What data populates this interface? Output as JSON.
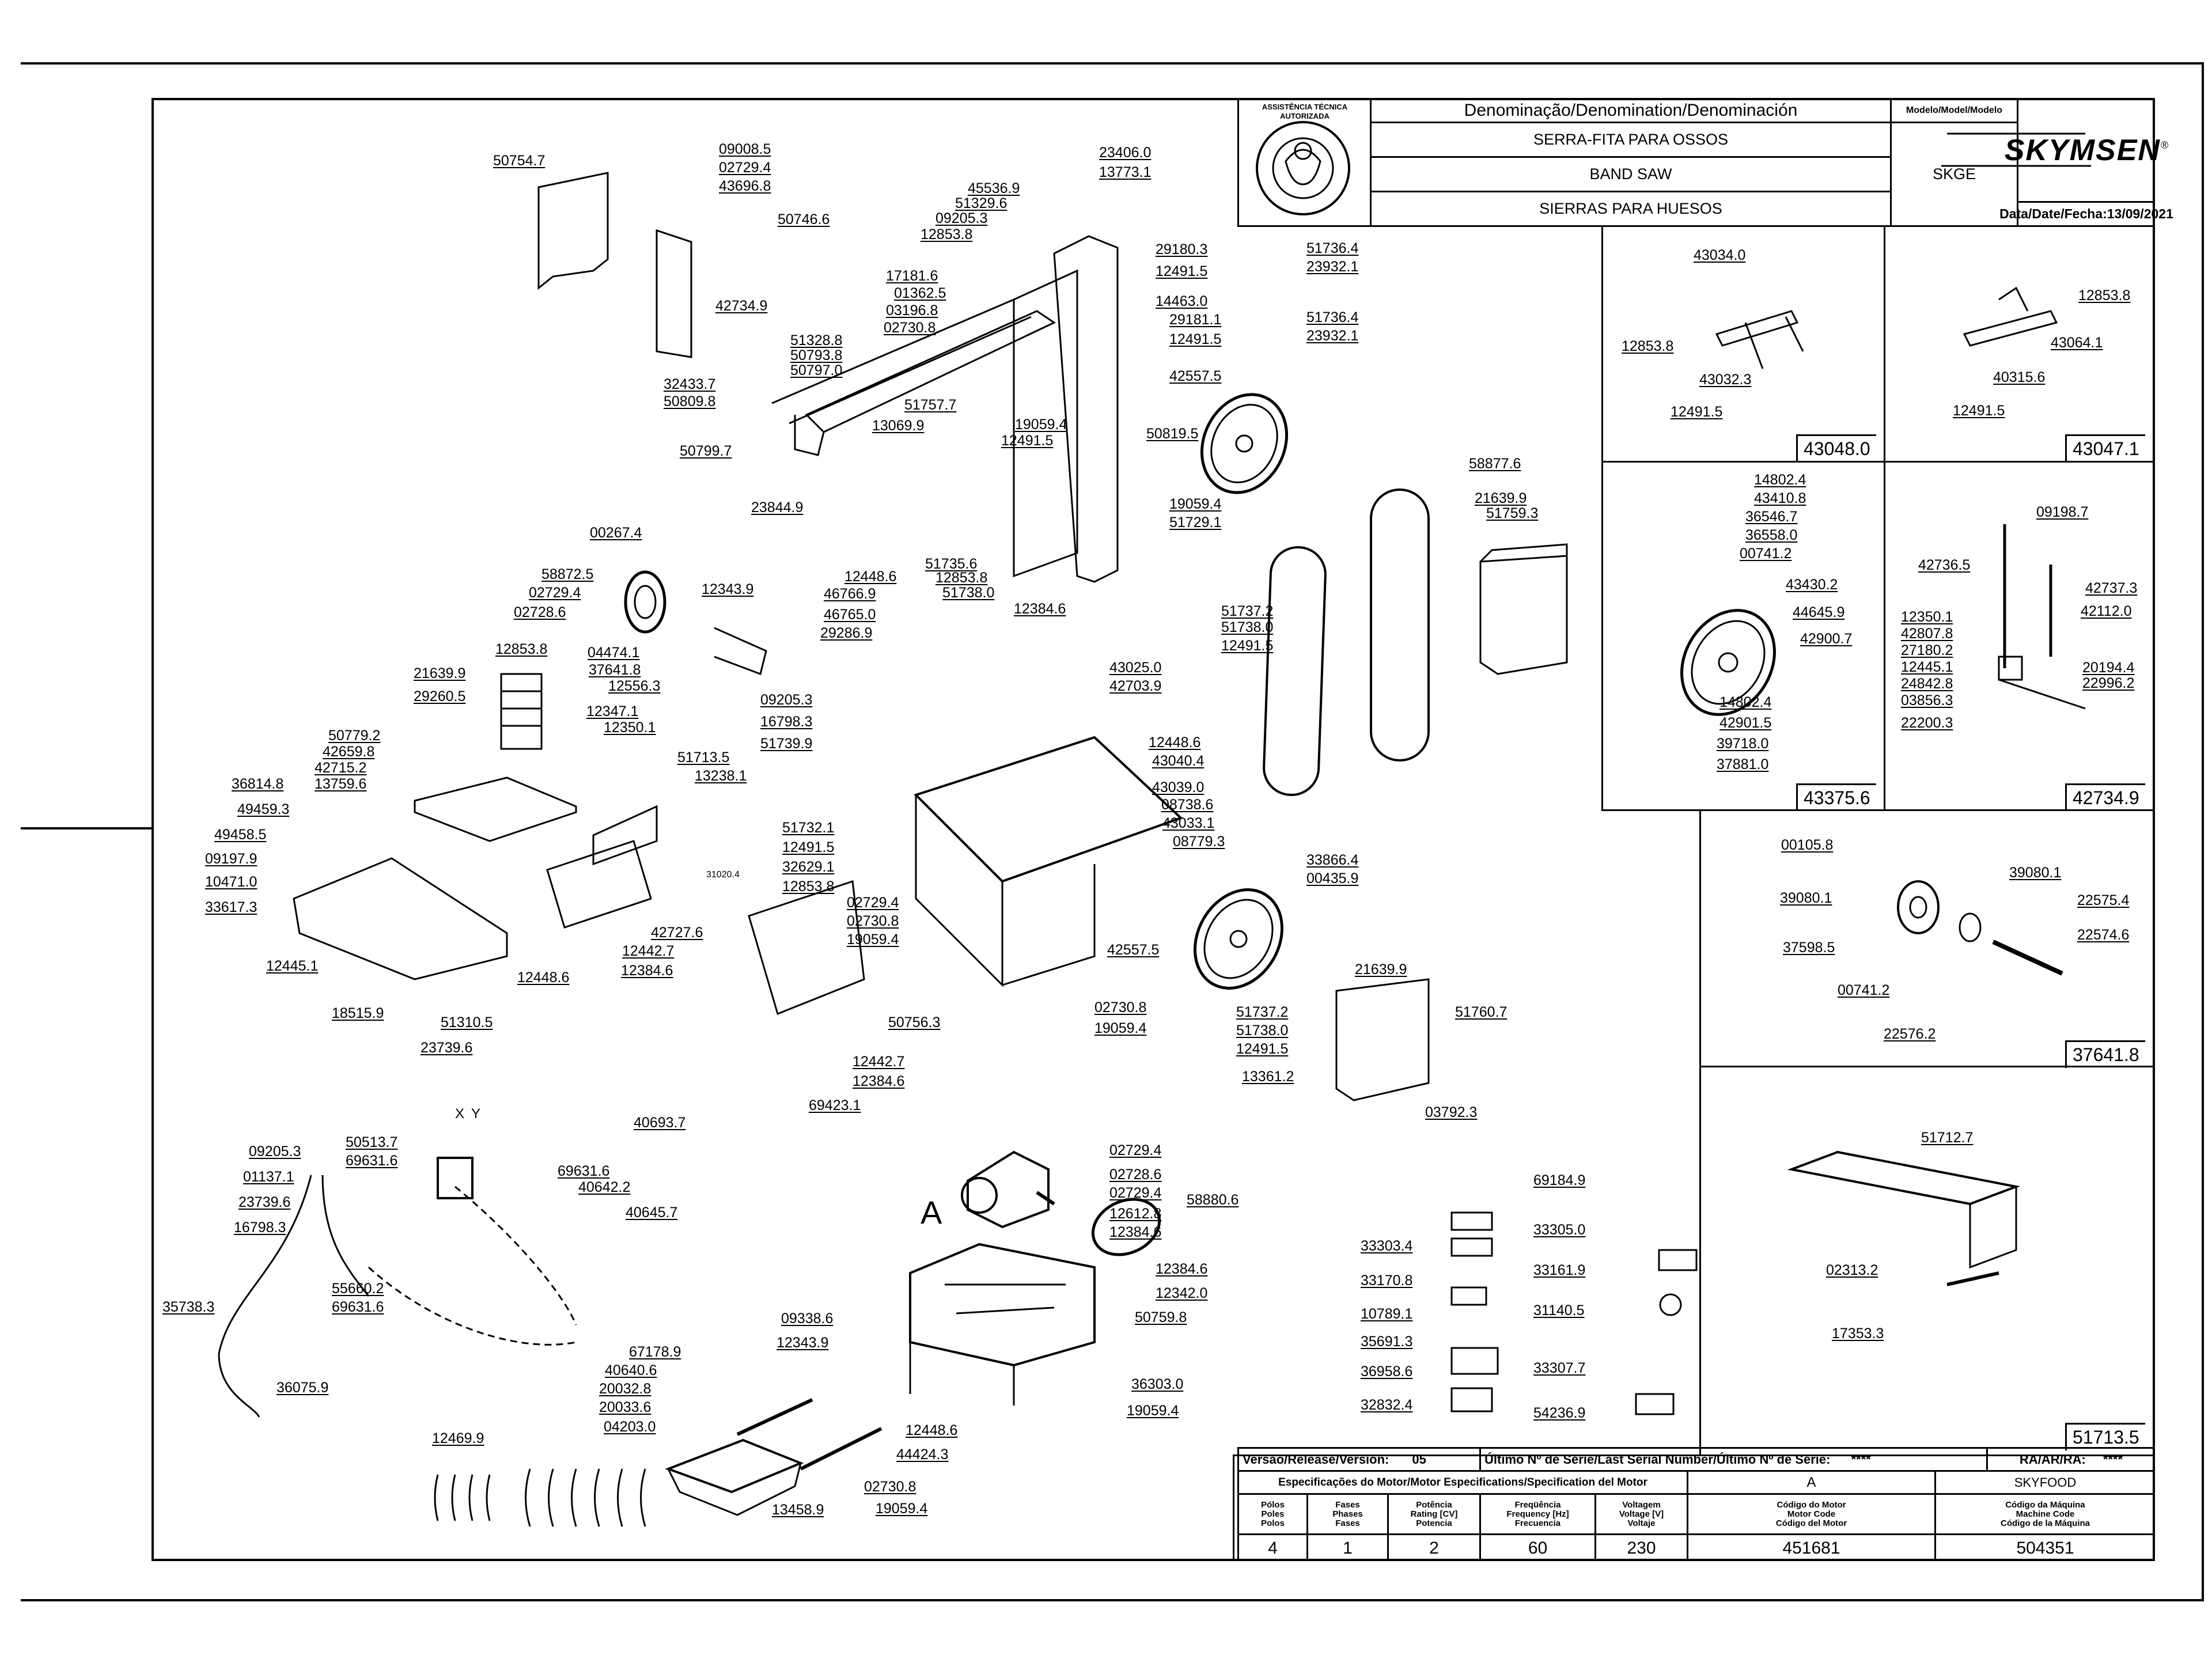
{
  "title_block": {
    "denomination_header": "Denominação/Denomination/Denominación",
    "model_header": "Modelo/Model/Modelo",
    "name_pt": "SERRA-FITA PARA OSSOS",
    "name_en": "BAND SAW",
    "name_es": "SIERRAS PARA HUESOS",
    "model": "SKGE",
    "brand": "SKYMSEN",
    "brand_mark": "®",
    "date_label": "Data/Date/Fecha:",
    "date": "13/09/2021",
    "seal_text": "ASSISTÊNCIA TÉCNICA AUTORIZADA"
  },
  "panels": [
    {
      "id": "43048.0",
      "parts": [
        "43034.0",
        "12853.8",
        "43032.3",
        "12491.5"
      ]
    },
    {
      "id": "43047.1",
      "parts": [
        "12853.8",
        "43064.1",
        "40315.6",
        "12491.5"
      ]
    },
    {
      "id": "43375.6",
      "parts": [
        "14802.4",
        "43410.8",
        "36546.7",
        "36558.0",
        "00741.2",
        "43430.2",
        "44645.9",
        "42900.7",
        "14802.4",
        "42901.5",
        "39718.0",
        "37881.0"
      ]
    },
    {
      "id": "42734.9",
      "parts": [
        "09198.7",
        "42736.5",
        "42737.3",
        "42112.0",
        "12350.1",
        "42807.8",
        "27180.2",
        "12445.1",
        "24842.8",
        "03856.3",
        "22200.3",
        "20194.4",
        "22996.2"
      ]
    },
    {
      "id": "37641.8",
      "parts": [
        "00105.8",
        "39080.1",
        "39080.1",
        "37598.5",
        "22575.4",
        "22574.6",
        "00741.2",
        "22576.2"
      ]
    },
    {
      "id": "51713.5",
      "parts": [
        "51712.7",
        "02313.2",
        "17353.3"
      ]
    }
  ],
  "main_parts": [
    "50754.7",
    "09008.5",
    "02729.4",
    "43696.8",
    "50746.6",
    "45536.9",
    "51329.6",
    "09205.3",
    "12853.8",
    "23406.0",
    "13773.1",
    "17181.6",
    "01362.5",
    "03196.8",
    "02730.8",
    "29180.3",
    "12491.5",
    "14463.0",
    "29181.1",
    "12491.5",
    "51736.4",
    "23932.1",
    "51736.4",
    "23932.1",
    "42734.9",
    "51328.8",
    "50793.8",
    "50797.0",
    "32433.7",
    "50809.8",
    "50799.7",
    "51757.7",
    "13069.9",
    "19059.4",
    "50819.5",
    "42557.5",
    "12491.5",
    "23844.9",
    "19059.4",
    "51729.1",
    "58877.6",
    "21639.9",
    "51759.3",
    "51737.2",
    "51738.0",
    "12491.5",
    "00267.4",
    "58872.5",
    "02729.4",
    "02728.6",
    "12343.9",
    "04474.1",
    "37641.8",
    "12556.3",
    "12853.8",
    "21639.9",
    "29260.5",
    "12448.6",
    "46766.9",
    "46765.0",
    "29286.9",
    "51735.6",
    "12853.8",
    "51738.0",
    "12384.6",
    "50779.2",
    "42659.8",
    "42715.2",
    "13759.6",
    "12347.1",
    "12350.1",
    "51713.5",
    "13238.1",
    "31020.4",
    "36814.8",
    "49459.3",
    "49458.5",
    "09197.9",
    "10471.0",
    "33617.3",
    "09205.3",
    "16798.3",
    "51739.9",
    "43025.0",
    "42703.9",
    "12448.6",
    "43040.4",
    "43039.0",
    "08738.6",
    "43033.1",
    "08779.3",
    "51732.1",
    "12491.5",
    "32629.1",
    "12853.8",
    "02729.4",
    "02730.8",
    "19059.4",
    "42727.6",
    "12442.7",
    "12384.6",
    "12445.1",
    "12448.6",
    "18515.9",
    "50756.3",
    "12442.7",
    "12384.6",
    "33866.4",
    "00435.9",
    "42557.5",
    "02730.8",
    "19059.4",
    "21639.9",
    "51737.2",
    "51738.0",
    "12491.5",
    "51760.7",
    "13361.2",
    "03792.3",
    "51310.5",
    "23739.6",
    "40693.7",
    "09205.3",
    "01137.1",
    "23739.6",
    "16798.3",
    "50513.7",
    "69631.6",
    "69631.6",
    "40642.2",
    "40645.7",
    "69423.1",
    "02729.4",
    "02728.6",
    "02729.4",
    "12612.8",
    "12384.6",
    "58880.6",
    "55660.2",
    "69631.6",
    "35738.3",
    "36075.9",
    "67178.9",
    "40640.6",
    "20032.8",
    "20033.6",
    "09338.6",
    "12343.9",
    "12448.6",
    "44424.3",
    "12384.6",
    "12342.0",
    "50759.8",
    "36303.0",
    "19059.4",
    "12469.9",
    "04203.0",
    "13458.9",
    "02730.8",
    "19059.4"
  ],
  "labels_table": [
    "69184.9",
    "33303.4",
    "33305.0",
    "33170.8",
    "33161.9",
    "10789.1",
    "31140.5",
    "35691.3",
    "36958.6",
    "33307.7",
    "32832.4",
    "54236.9"
  ],
  "callouts": {
    "view_a": "A",
    "wire_x": "X",
    "wire_y": "Y"
  },
  "bottom_table": {
    "version_label": "Versão/Release/Versión:",
    "version": "05",
    "serial_label": "Último Nº de Série/Last Serial Number/Último Nº de Série:",
    "serial": "****",
    "ra_label": "RA/AR/RA:",
    "ra": "****",
    "motor_spec_label": "Especificações do Motor/Motor Especifications/Specification del Motor",
    "motor_spec_value": "A",
    "motor_brand": "SKYFOOD",
    "headers": [
      "Pólos\nPoles\nPolos",
      "Fases\nPhases\nFases",
      "Potência\nRating [CV]\nPotencia",
      "Freqüência\nFrequency [Hz]\nFrecuencia",
      "Voltagem\nVoltage [V]\nVoltaje",
      "Código do Motor\nMotor Code\nCódigo del Motor",
      "Código da Máquina\nMachine Code\nCódigo de la Máquina"
    ],
    "values": [
      "4",
      "1",
      "2",
      "60",
      "230",
      "451681",
      "504351"
    ]
  },
  "colors": {
    "line": "#000000",
    "background": "#ffffff"
  }
}
